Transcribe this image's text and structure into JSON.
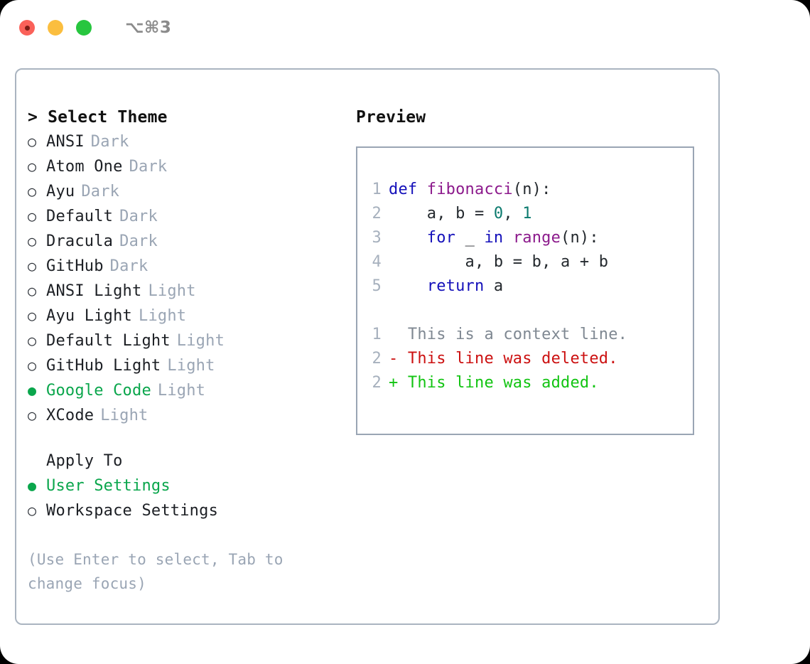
{
  "window": {
    "traffic_lights": [
      "close",
      "minimize",
      "maximize"
    ],
    "shortcut": "⌥⌘3"
  },
  "theme_selector": {
    "header": "> Select Theme",
    "options": [
      {
        "bullet": "○",
        "name": "ANSI",
        "kind": "Dark",
        "selected": false
      },
      {
        "bullet": "○",
        "name": "Atom One",
        "kind": "Dark",
        "selected": false
      },
      {
        "bullet": "○",
        "name": "Ayu",
        "kind": "Dark",
        "selected": false
      },
      {
        "bullet": "○",
        "name": "Default",
        "kind": "Dark",
        "selected": false
      },
      {
        "bullet": "○",
        "name": "Dracula",
        "kind": "Dark",
        "selected": false
      },
      {
        "bullet": "○",
        "name": "GitHub",
        "kind": "Dark",
        "selected": false
      },
      {
        "bullet": "○",
        "name": "ANSI Light",
        "kind": "Light",
        "selected": false
      },
      {
        "bullet": "○",
        "name": "Ayu Light",
        "kind": "Light",
        "selected": false
      },
      {
        "bullet": "○",
        "name": "Default Light",
        "kind": "Light",
        "selected": false
      },
      {
        "bullet": "○",
        "name": "GitHub Light",
        "kind": "Light",
        "selected": false
      },
      {
        "bullet": "●",
        "name": "Google Code",
        "kind": "Light",
        "selected": true
      },
      {
        "bullet": "○",
        "name": "XCode",
        "kind": "Light",
        "selected": false
      }
    ]
  },
  "apply_to": {
    "label": "Apply To",
    "options": [
      {
        "bullet": "●",
        "name": "User Settings",
        "selected": true
      },
      {
        "bullet": "○",
        "name": "Workspace Settings",
        "selected": false
      }
    ]
  },
  "hint": "(Use Enter to select, Tab to change focus)",
  "preview": {
    "title": "Preview",
    "code_lines": [
      {
        "no": "1",
        "tokens": [
          {
            "t": "def ",
            "c": "kw"
          },
          {
            "t": "fibonacci",
            "c": "fn"
          },
          {
            "t": "(n):",
            "c": "pl"
          }
        ]
      },
      {
        "no": "2",
        "tokens": [
          {
            "t": "    a, b = ",
            "c": "pl"
          },
          {
            "t": "0",
            "c": "num"
          },
          {
            "t": ", ",
            "c": "pl"
          },
          {
            "t": "1",
            "c": "num"
          }
        ]
      },
      {
        "no": "3",
        "tokens": [
          {
            "t": "    ",
            "c": "pl"
          },
          {
            "t": "for",
            "c": "kw"
          },
          {
            "t": " _ ",
            "c": "pl"
          },
          {
            "t": "in",
            "c": "kw"
          },
          {
            "t": " ",
            "c": "pl"
          },
          {
            "t": "range",
            "c": "fn"
          },
          {
            "t": "(n):",
            "c": "pl"
          }
        ]
      },
      {
        "no": "4",
        "tokens": [
          {
            "t": "        a, b = b, a + b",
            "c": "pl"
          }
        ]
      },
      {
        "no": "5",
        "tokens": [
          {
            "t": "    ",
            "c": "pl"
          },
          {
            "t": "return",
            "c": "kw"
          },
          {
            "t": " a",
            "c": "pl"
          }
        ]
      }
    ],
    "diff_lines": [
      {
        "no": "1",
        "marker": "  ",
        "text": "This is a context line.",
        "kind": "ctx"
      },
      {
        "no": "2",
        "marker": "- ",
        "text": "This line was deleted.",
        "kind": "del"
      },
      {
        "no": "2",
        "marker": "+ ",
        "text": "This line was added.",
        "kind": "add"
      }
    ]
  },
  "colors": {
    "accent_green": "#0aa64c",
    "muted": "#9aa5b4",
    "keyword": "#1410ba",
    "function": "#8c1a8c",
    "number": "#0b7a6e",
    "diff_deleted": "#cc1111",
    "diff_added": "#12c412",
    "border": "#aab4c0"
  }
}
